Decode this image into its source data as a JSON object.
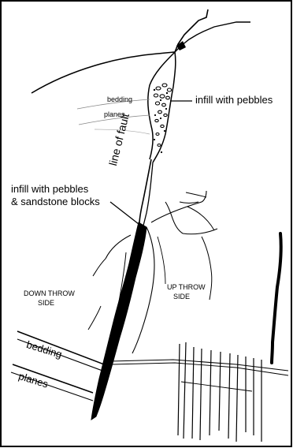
{
  "labels": {
    "bedding_upper_1": "bedding",
    "bedding_upper_2": "planes",
    "infill_pebbles": "infill with pebbles",
    "line_of_fault": "line of fault",
    "infill_pebbles_sandstone_1": "infill with pebbles",
    "infill_pebbles_sandstone_2": "& sandstone blocks",
    "down_throw_1": "DOWN THROW",
    "down_throw_2": "SIDE",
    "up_throw_1": "UP THROW",
    "up_throw_2": "SIDE",
    "bedding_lower_1": "bedding",
    "bedding_lower_2": "planes"
  },
  "colors": {
    "ink": "#000000",
    "paper": "#ffffff"
  }
}
